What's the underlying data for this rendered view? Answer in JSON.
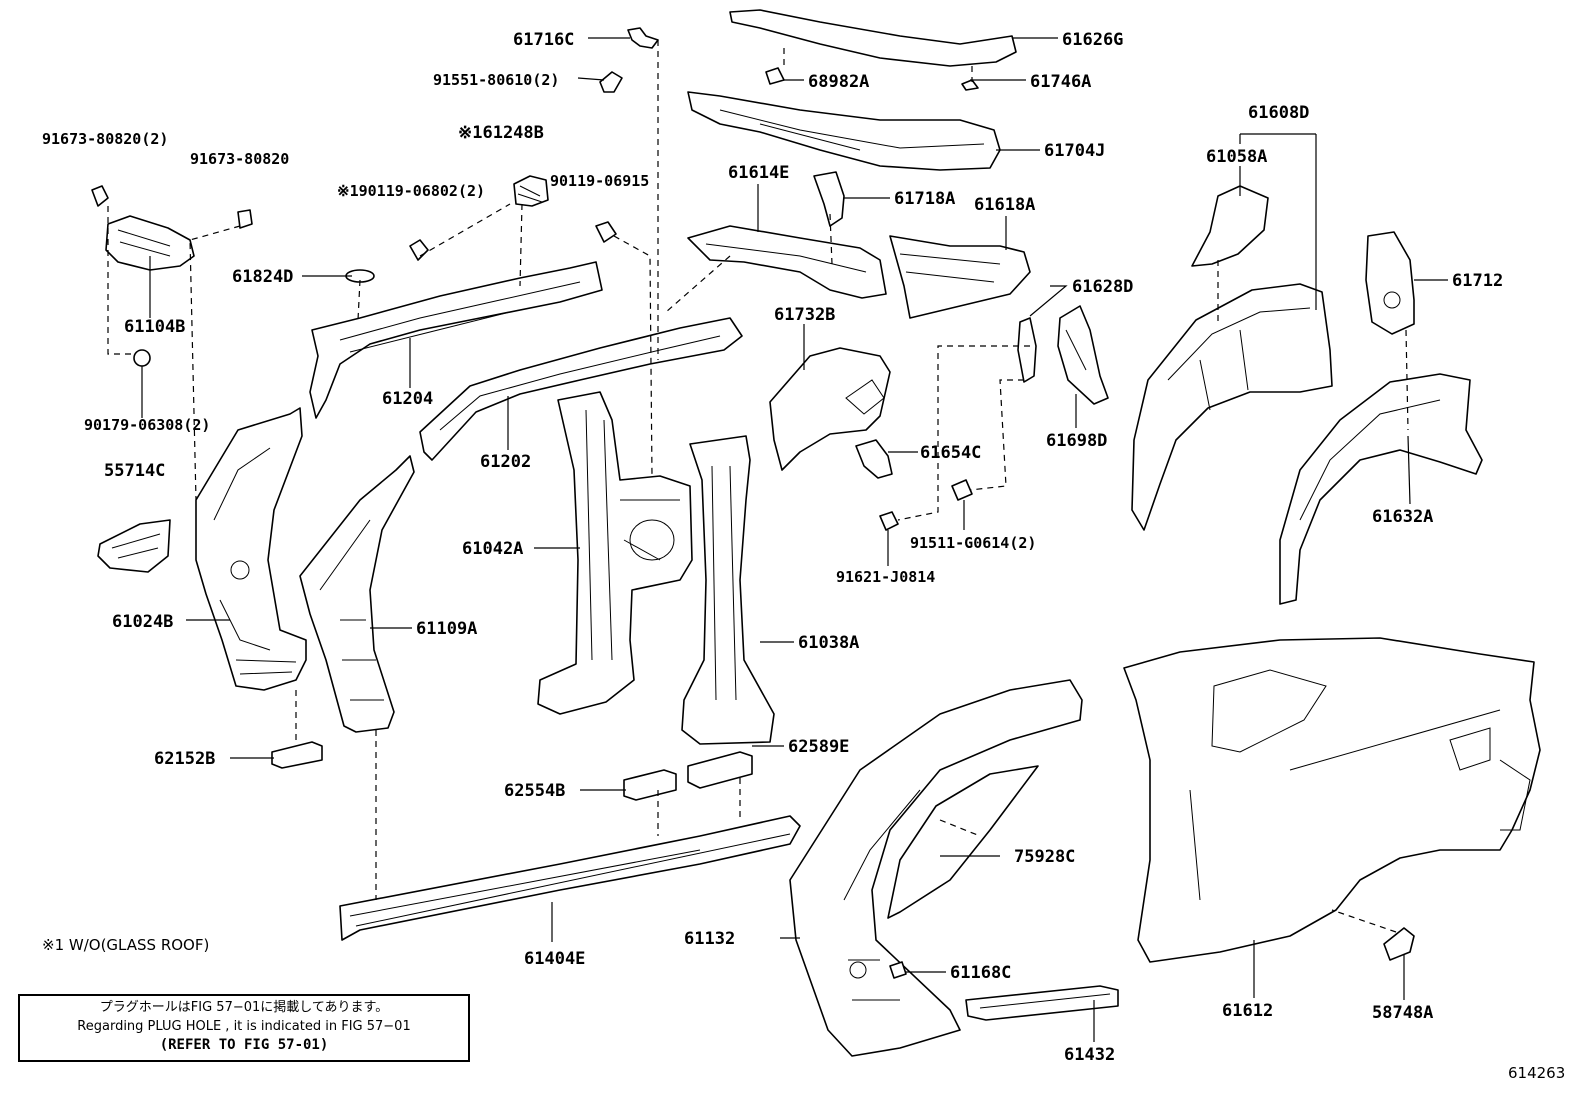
{
  "labels": {
    "p61716C": "61716C",
    "p91551": "91551-80610(2)",
    "p61248B": "※161248B",
    "p90119_06802": "※190119-06802(2)",
    "p90119_06915": "90119-06915",
    "p91673_2": "91673-80820(2)",
    "p91673": "91673-80820",
    "p61104B": "61104B",
    "p90179": "90179-06308(2)",
    "p61824D": "61824D",
    "p61204": "61204",
    "p61202": "61202",
    "p55714C": "55714C",
    "p61024B": "61024B",
    "p61109A": "61109A",
    "p61042A": "61042A",
    "p61038A": "61038A",
    "p62152B": "62152B",
    "p62554B": "62554B",
    "p62589E": "62589E",
    "p61404E": "61404E",
    "p61626G": "61626G",
    "p68982A": "68982A",
    "p61746A": "61746A",
    "p61704J": "61704J",
    "p61614E": "61614E",
    "p61718A": "61718A",
    "p61618A": "61618A",
    "p61732B": "61732B",
    "p61654C": "61654C",
    "p61628D": "61628D",
    "p61698D": "61698D",
    "p91511": "91511-G0614(2)",
    "p91621": "91621-J0814",
    "p61608D": "61608D",
    "p61058A": "61058A",
    "p61712": "61712",
    "p61632A": "61632A",
    "p75928C": "75928C",
    "p61132": "61132",
    "p61168C": "61168C",
    "p61432": "61432",
    "p61612": "61612",
    "p58748A": "58748A"
  },
  "footnote": "※1 W/O(GLASS ROOF)",
  "note": {
    "line1": "プラグホールはFIG 57−01に掲載してあります。",
    "line2": "Regarding  PLUG  HOLE , it is indicated in FIG  57−01",
    "line3": "(REFER TO FIG 57-01)"
  },
  "figure_number": "614263"
}
